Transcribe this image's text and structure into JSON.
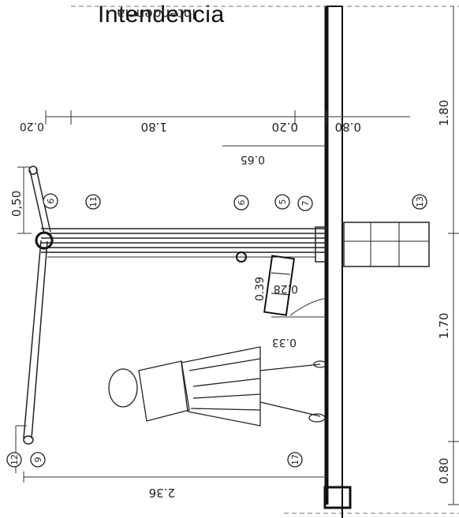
{
  "title": "Intendencia",
  "title_mirror": "Intendencia",
  "dimensions": {
    "top_right": "1.80",
    "mid_right": "1.70",
    "bottom_right": "0.80",
    "row_020_left": "0.20",
    "row_180": "1.80",
    "row_020_mid": "0.20",
    "row_080": "0.80",
    "d_065": "0.65",
    "d_050": "0,50",
    "d_039": "0.39",
    "d_028": "0.28",
    "d_033": "0.33",
    "d_236": "2.36"
  },
  "callouts": {
    "c6a": "6",
    "c11": "11",
    "c6b": "6",
    "c5": "5",
    "c7": "7",
    "c13": "13",
    "c12": "12",
    "c9": "9",
    "c17": "17"
  }
}
